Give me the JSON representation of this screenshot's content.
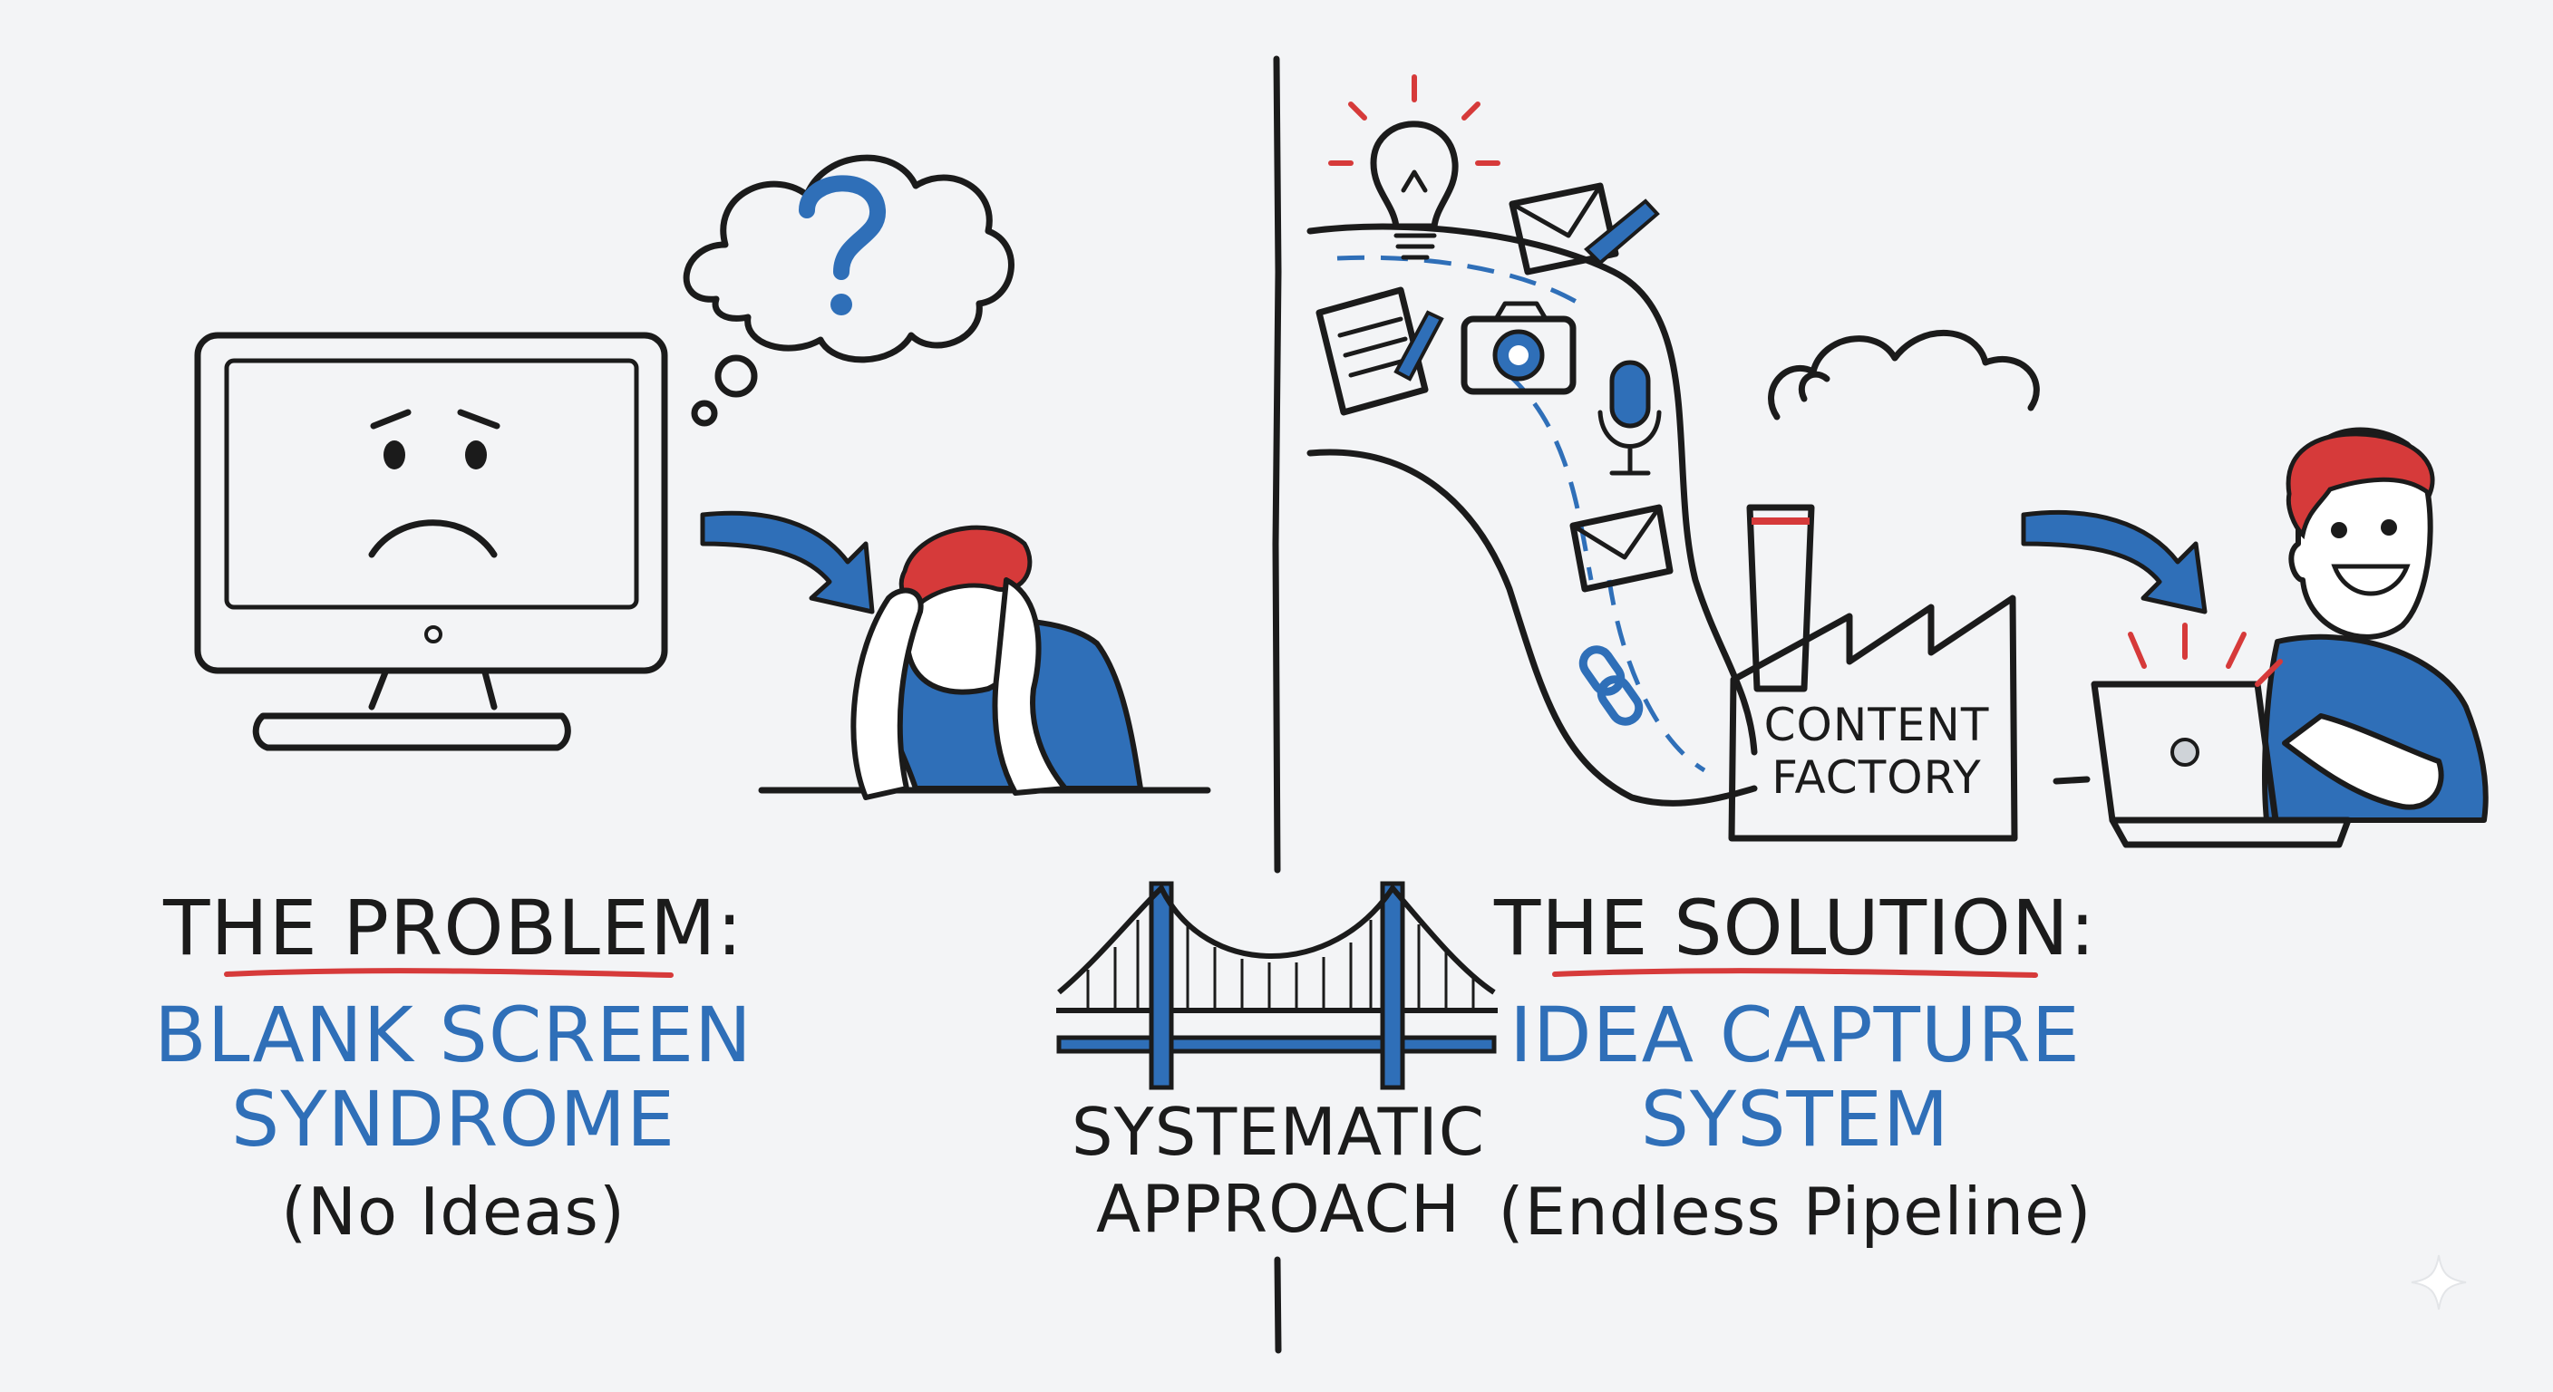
{
  "colors": {
    "accent_blue": "#2f6fb8",
    "accent_red": "#d63a3a",
    "ink": "#1b1b1b",
    "background": "#f3f4f6"
  },
  "problem": {
    "heading": "THE PROBLEM:",
    "title_line1": "BLANK SCREEN",
    "title_line2": "SYNDROME",
    "subtitle": "(No Ideas)"
  },
  "middle": {
    "line1": "SYSTEMATIC",
    "line2": "APPROACH"
  },
  "solution": {
    "heading": "THE SOLUTION:",
    "title_line1": "IDEA CAPTURE",
    "title_line2": "SYSTEM",
    "subtitle": "(Endless Pipeline)"
  },
  "factory": {
    "line1": "CONTENT",
    "line2": "FACTORY"
  },
  "icons": [
    "question-mark-icon",
    "sad-monitor-icon",
    "stressed-person-icon",
    "bridge-icon",
    "lightbulb-icon",
    "envelope-pencil-icon",
    "notepad-icon",
    "camera-icon",
    "microphone-icon",
    "envelope-icon",
    "link-icon",
    "factory-icon",
    "happy-person-laptop-icon",
    "sparkle-icon"
  ]
}
